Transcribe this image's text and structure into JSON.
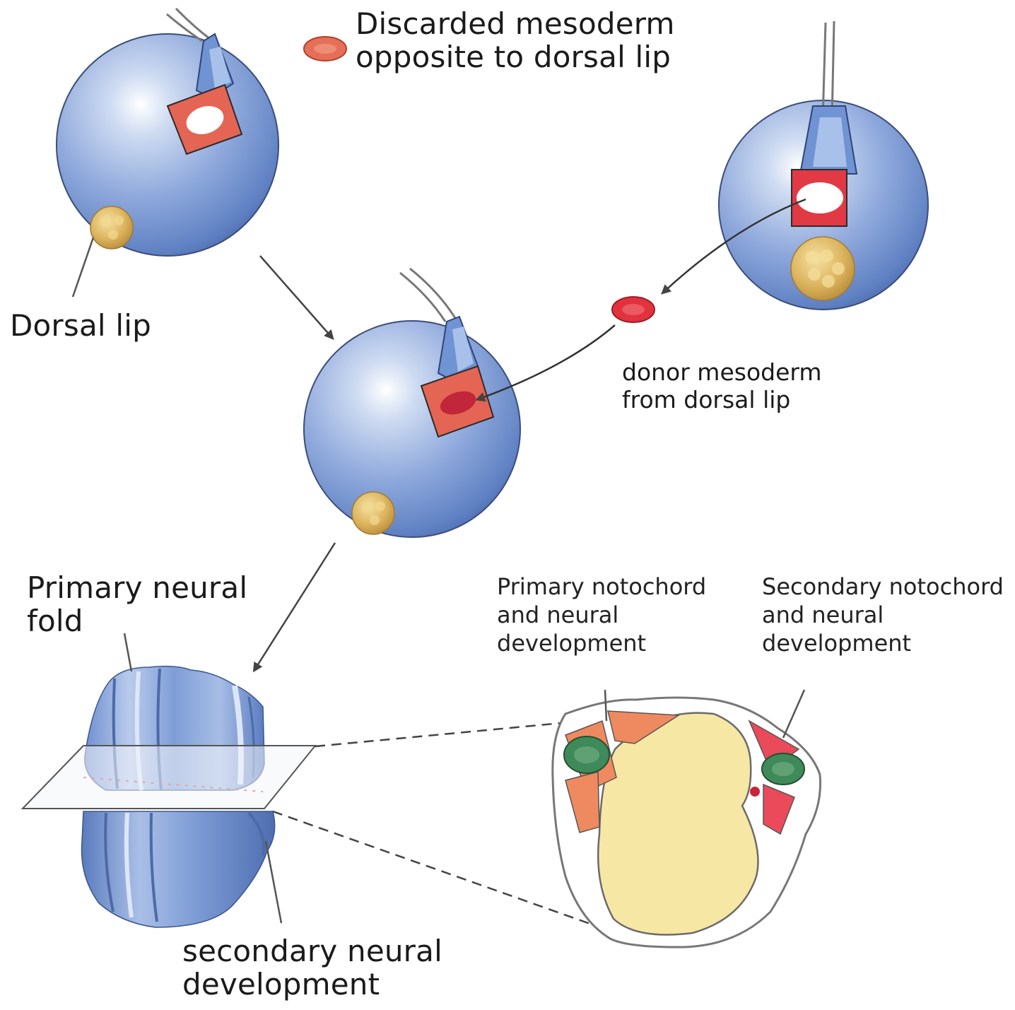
{
  "labels": {
    "discarded": "Discarded mesoderm\nopposite to dorsal lip",
    "dorsal_lip": "Dorsal lip",
    "donor": "donor mesoderm\nfrom dorsal lip",
    "primary_fold": "Primary neural\nfold",
    "primary_notochord": "Primary notochord\nand neural\ndevelopment",
    "secondary_notochord": "Secondary notochord\nand neural\ndevelopment",
    "secondary_neural": "secondary neural\ndevelopment"
  },
  "colors": {
    "embryo_blue": "#7f9fd6",
    "embryo_dark": "#4d6fb0",
    "tissue_red": "#e55a4e",
    "yolk_yellow": "#f6e4a0",
    "dorsal_lip_gold": "#d9b45c",
    "neural_green": "#3f8a5a",
    "arrow_gray": "#555555"
  }
}
